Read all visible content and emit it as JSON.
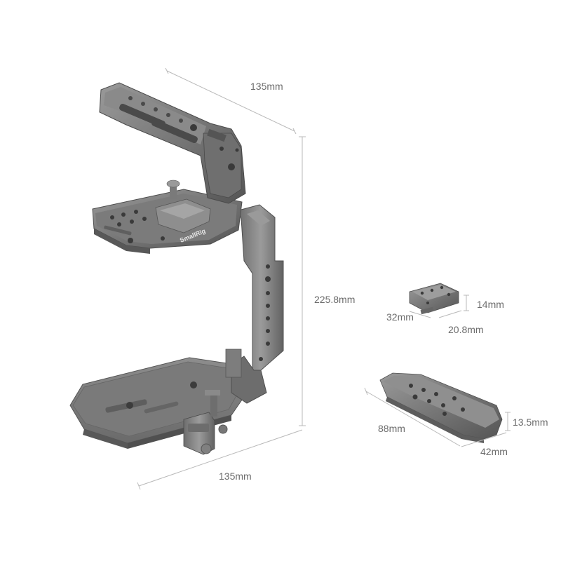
{
  "brand": "SmallRig",
  "dimensions": {
    "cage_top_width": "135mm",
    "cage_height": "225.8mm",
    "cage_bottom_width": "135mm",
    "small_plate_height": "14mm",
    "small_plate_length": "32mm",
    "small_plate_width": "20.8mm",
    "arm_plate_length": "88mm",
    "arm_plate_height": "13.5mm",
    "arm_plate_width": "42mm"
  },
  "colors": {
    "metal_dark": "#5b5b5b",
    "metal_mid": "#7d7d7d",
    "metal_light": "#a3a3a3",
    "dimension_line": "#b9b9b9",
    "label_text": "#6b6b6b"
  }
}
